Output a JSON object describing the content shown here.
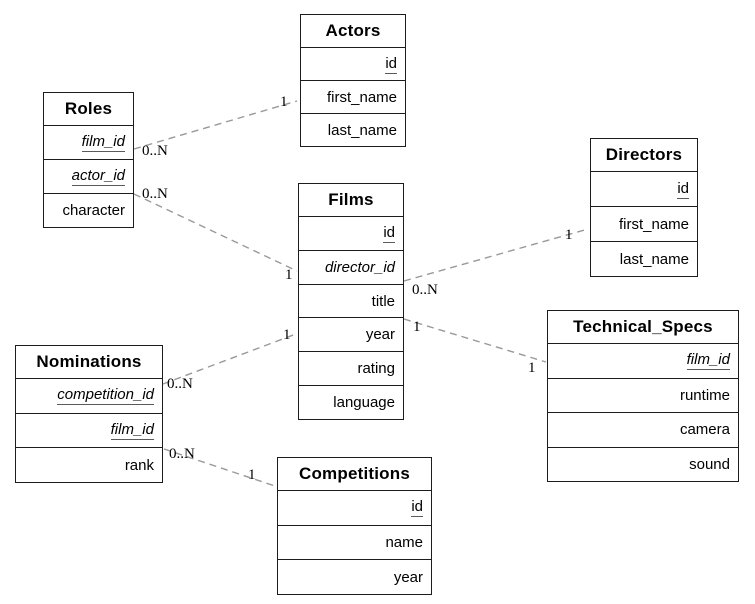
{
  "colors": {
    "background": "#ffffff",
    "entity_border": "#1c1c1c",
    "relationship_line": "#999999",
    "key_underline": "#5a5a5a",
    "text": "#000000"
  },
  "entities": [
    {
      "name": "Actors",
      "fields": [
        {
          "label": "id",
          "key": "primary"
        },
        {
          "label": "first_name",
          "key": "none"
        },
        {
          "label": "last_name",
          "key": "none"
        }
      ]
    },
    {
      "name": "Roles",
      "fields": [
        {
          "label": "film_id",
          "key": "primary-foreign"
        },
        {
          "label": "actor_id",
          "key": "primary-foreign"
        },
        {
          "label": "character",
          "key": "none"
        }
      ]
    },
    {
      "name": "Films",
      "fields": [
        {
          "label": "id",
          "key": "primary"
        },
        {
          "label": "director_id",
          "key": "foreign"
        },
        {
          "label": "title",
          "key": "none"
        },
        {
          "label": "year",
          "key": "none"
        },
        {
          "label": "rating",
          "key": "none"
        },
        {
          "label": "language",
          "key": "none"
        }
      ]
    },
    {
      "name": "Directors",
      "fields": [
        {
          "label": "id",
          "key": "primary"
        },
        {
          "label": "first_name",
          "key": "none"
        },
        {
          "label": "last_name",
          "key": "none"
        }
      ]
    },
    {
      "name": "Nominations",
      "fields": [
        {
          "label": "competition_id",
          "key": "primary-foreign"
        },
        {
          "label": "film_id",
          "key": "primary-foreign"
        },
        {
          "label": "rank",
          "key": "none"
        }
      ]
    },
    {
      "name": "Technical_Specs",
      "fields": [
        {
          "label": "film_id",
          "key": "primary-foreign"
        },
        {
          "label": "runtime",
          "key": "none"
        },
        {
          "label": "camera",
          "key": "none"
        },
        {
          "label": "sound",
          "key": "none"
        }
      ]
    },
    {
      "name": "Competitions",
      "fields": [
        {
          "label": "id",
          "key": "primary"
        },
        {
          "label": "name",
          "key": "none"
        },
        {
          "label": "year",
          "key": "none"
        }
      ]
    }
  ],
  "relationships": [
    {
      "from": "Roles",
      "to": "Actors",
      "from_cardinality": "0..N",
      "to_cardinality": "1"
    },
    {
      "from": "Roles",
      "to": "Films",
      "from_cardinality": "0..N",
      "to_cardinality": "1"
    },
    {
      "from": "Films",
      "to": "Directors",
      "from_cardinality": "0..N",
      "to_cardinality": "1"
    },
    {
      "from": "Films",
      "to": "Technical_Specs",
      "from_cardinality": "1",
      "to_cardinality": "1"
    },
    {
      "from": "Nominations",
      "to": "Films",
      "from_cardinality": "0..N",
      "to_cardinality": "1"
    },
    {
      "from": "Nominations",
      "to": "Competitions",
      "from_cardinality": "0..N",
      "to_cardinality": "1"
    }
  ]
}
